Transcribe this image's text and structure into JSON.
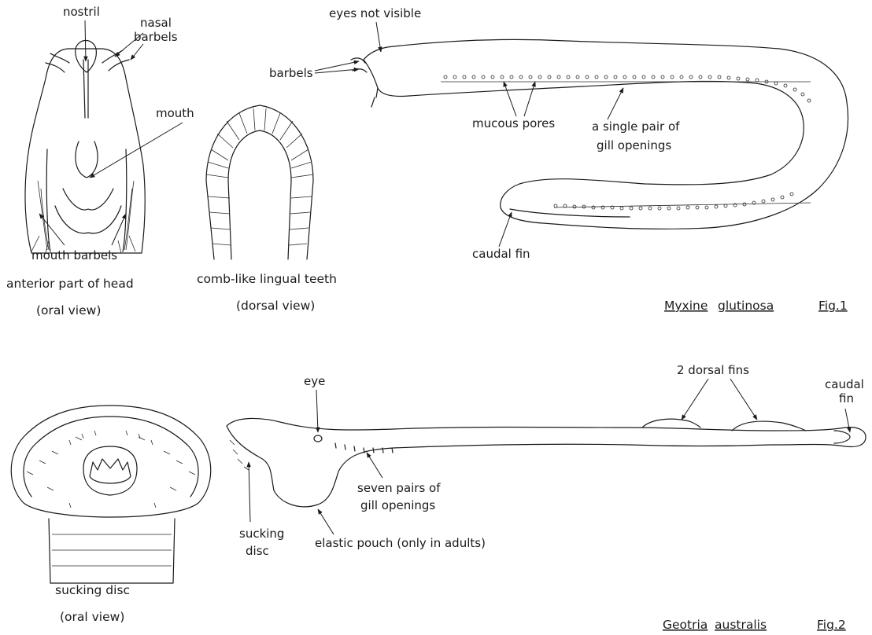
{
  "fig1": {
    "head": {
      "nostril": "nostril",
      "nasal_barbels": [
        "nasal",
        "barbels"
      ],
      "mouth": "mouth",
      "mouth_barbels": "mouth barbels",
      "caption": "anterior part of head",
      "view": "(oral view)"
    },
    "teeth": {
      "caption": "comb-like lingual teeth",
      "view": "(dorsal view)"
    },
    "body": {
      "eyes": "eyes not visible",
      "barbels": "barbels",
      "pores": "mucous pores",
      "gill": [
        "a single pair of",
        "gill openings"
      ],
      "caudal": "caudal fin"
    },
    "species": [
      "Myxine",
      "glutinosa"
    ],
    "fig_label": "Fig.1"
  },
  "fig2": {
    "disc": {
      "caption": "sucking disc",
      "view": "(oral view)"
    },
    "body": {
      "eye": "eye",
      "dorsal_fins": "2 dorsal fins",
      "caudal": [
        "caudal",
        "fin"
      ],
      "gill": [
        "seven pairs of",
        "gill openings"
      ],
      "sucking": [
        "sucking",
        "disc"
      ],
      "pouch": "elastic pouch (only in adults)"
    },
    "species": [
      "Geotria",
      "australis"
    ],
    "fig_label": "Fig.2"
  }
}
